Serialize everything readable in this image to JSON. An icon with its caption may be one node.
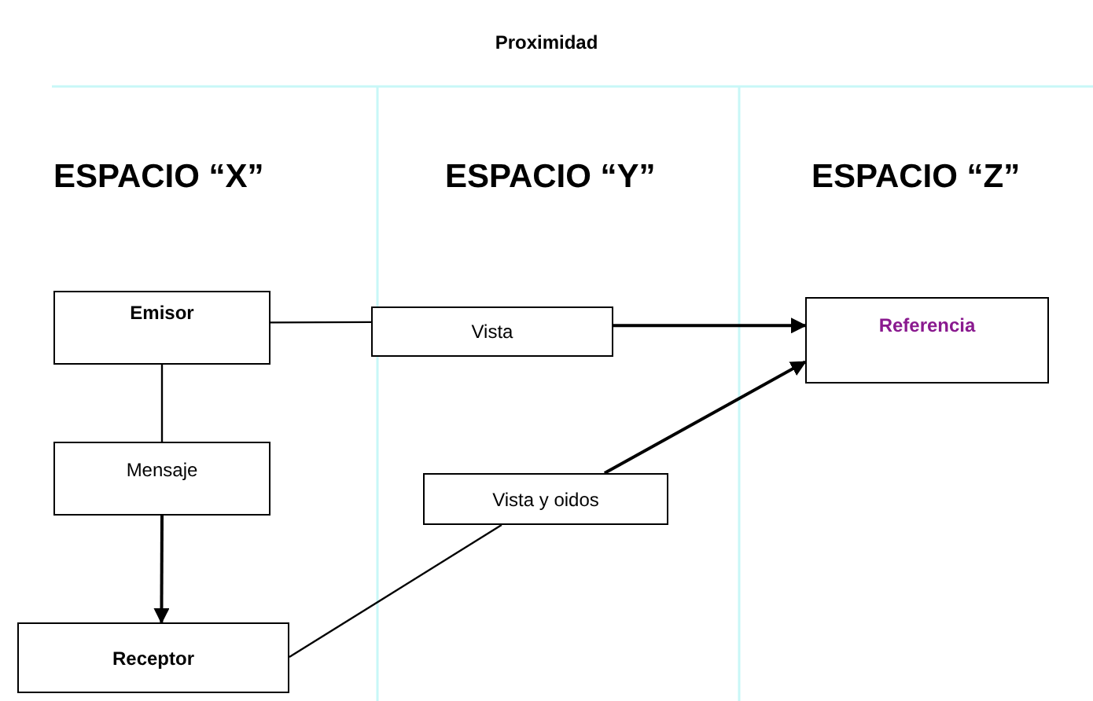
{
  "diagram": {
    "title": "Proximidad",
    "nodes": [
      {
        "text": [
          "Emisor"
        ]
      },
      {
        "text": [
          "Vista"
        ]
      },
      {
        "text": [
          "Referencia"
        ]
      },
      {
        "text": [
          "Mensaje"
        ]
      },
      {
        "text": [
          "Receptor"
        ]
      },
      {
        "text": [
          "Vista y oidos"
        ]
      }
    ],
    "edges": [
      {
        "from": 0,
        "to": 1,
        "arrow": "none"
      },
      {
        "from": 1,
        "to": 2,
        "arrow": "to"
      },
      {
        "from": 0,
        "to": 3,
        "arrow": "none"
      },
      {
        "from": 3,
        "to": 4,
        "arrow": "to"
      },
      {
        "from": 4,
        "to": 5,
        "arrow": "none"
      },
      {
        "from": 5,
        "to": 2,
        "arrow": "to"
      }
    ],
    "labels": [
      "ESPACIO “X”",
      "ESPACIO “Y”",
      "ESPACIO “Z”"
    ]
  }
}
